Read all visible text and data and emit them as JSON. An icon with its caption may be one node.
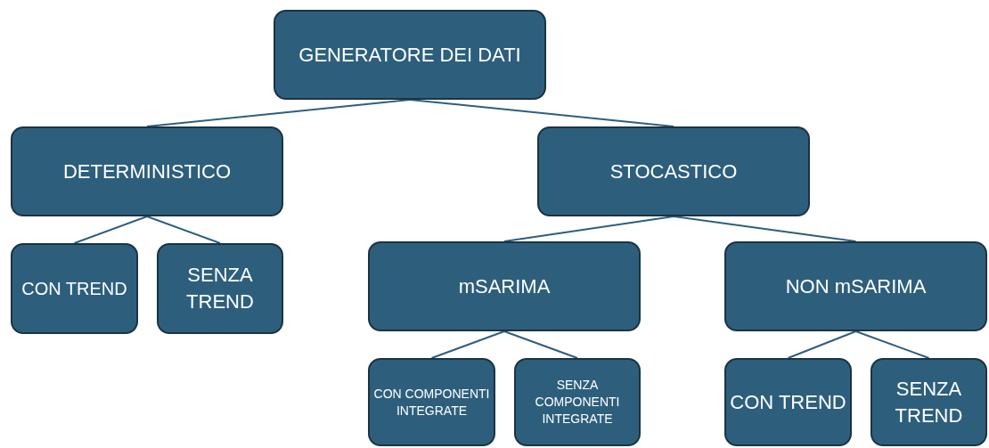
{
  "diagram": {
    "nodes": [
      {
        "text": [
          "GENERATORE DEI DATI"
        ]
      },
      {
        "text": [
          "DETERMINISTICO"
        ]
      },
      {
        "text": [
          "STOCASTICO"
        ]
      },
      {
        "text": [
          "CON TREND"
        ]
      },
      {
        "text": [
          "SENZA TREND"
        ]
      },
      {
        "text": [
          "mSARIMA"
        ]
      },
      {
        "text": [
          "NON mSARIMA"
        ]
      },
      {
        "text": [
          "CON COMPONENTI INTEGRATE"
        ]
      },
      {
        "text": [
          "SENZA COMPONENTI INTEGRATE"
        ]
      },
      {
        "text": [
          "CON TREND"
        ]
      },
      {
        "text": [
          "SENZA TREND"
        ]
      }
    ],
    "edges": [
      {
        "from": 0,
        "to": 1,
        "arrow": "none"
      },
      {
        "from": 0,
        "to": 2,
        "arrow": "none"
      },
      {
        "from": 1,
        "to": 3,
        "arrow": "none"
      },
      {
        "from": 1,
        "to": 4,
        "arrow": "none"
      },
      {
        "from": 2,
        "to": 5,
        "arrow": "none"
      },
      {
        "from": 2,
        "to": 6,
        "arrow": "none"
      },
      {
        "from": 5,
        "to": 7,
        "arrow": "none"
      },
      {
        "from": 5,
        "to": 8,
        "arrow": "none"
      },
      {
        "from": 6,
        "to": 9,
        "arrow": "none"
      },
      {
        "from": 6,
        "to": 10,
        "arrow": "none"
      }
    ]
  }
}
